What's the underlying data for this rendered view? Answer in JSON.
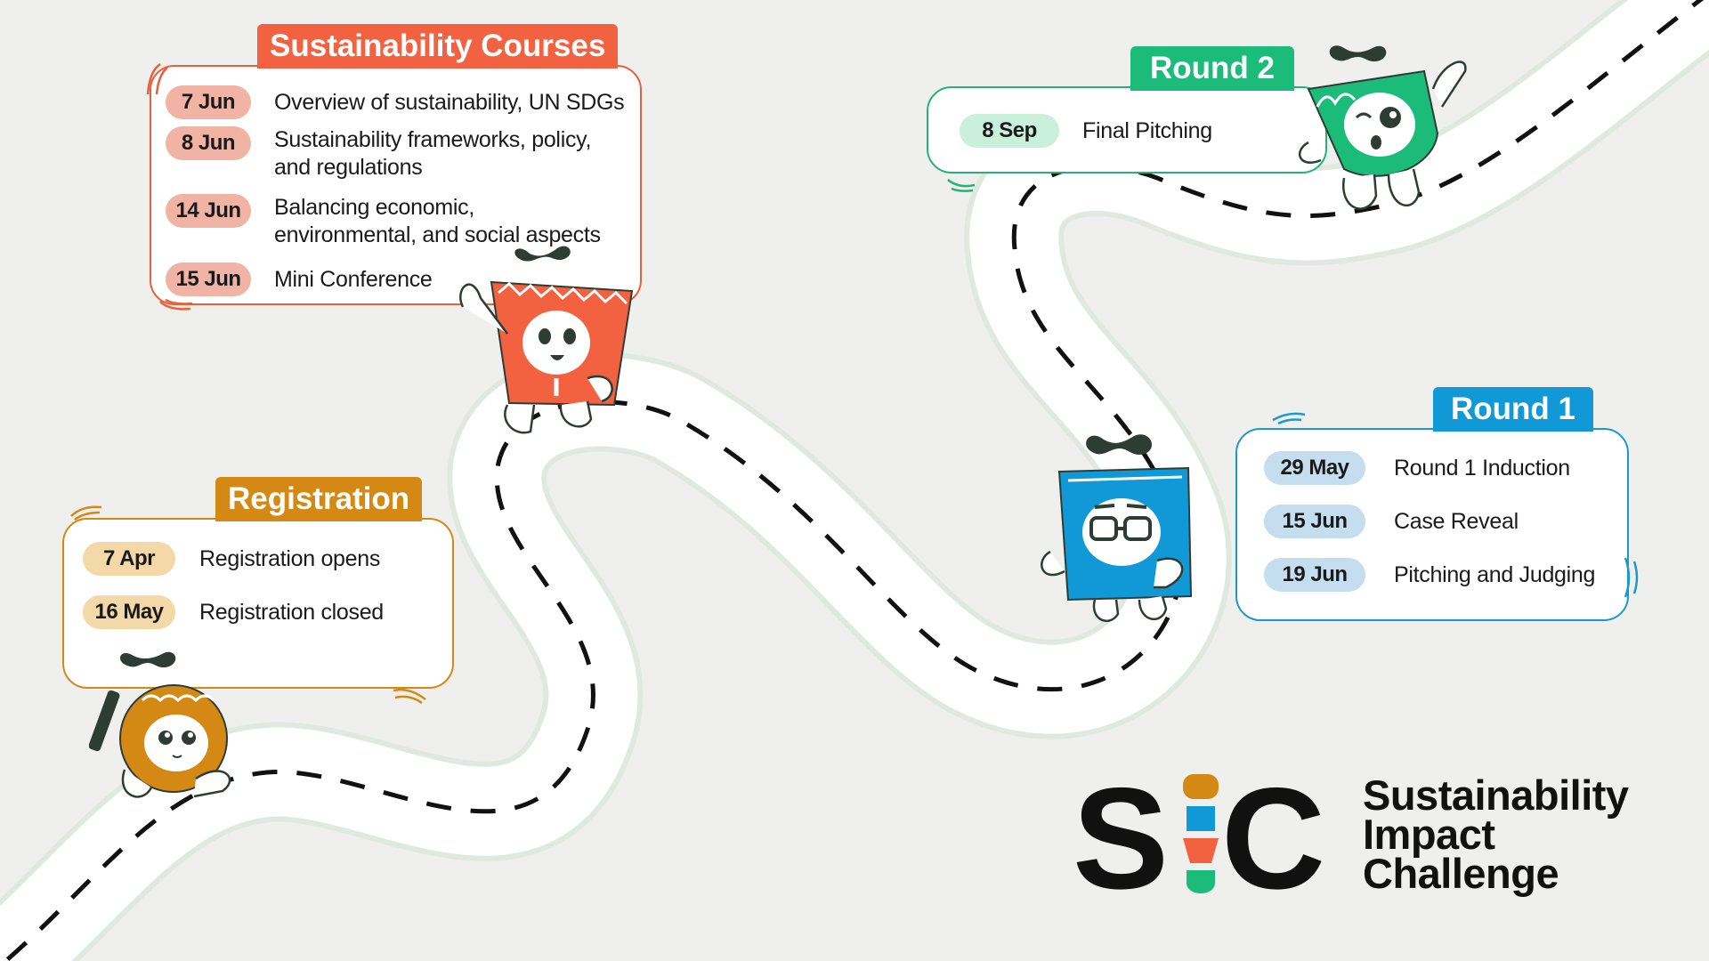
{
  "registration": {
    "title": "Registration",
    "events": [
      {
        "date": "7 Apr",
        "label": "Registration opens"
      },
      {
        "date": "16 May",
        "label": "Registration closed"
      }
    ]
  },
  "courses": {
    "title": "Sustainability Courses",
    "events": [
      {
        "date": "7 Jun",
        "label": "Overview of sustainability, UN SDGs"
      },
      {
        "date": "8 Jun",
        "label": "Sustainability frameworks, policy,",
        "label2": "and regulations"
      },
      {
        "date": "14 Jun",
        "label": "Balancing economic,",
        "label2": "environmental, and social aspects"
      },
      {
        "date": "15 Jun",
        "label": "Mini Conference"
      }
    ]
  },
  "round2": {
    "title": "Round 2",
    "events": [
      {
        "date": "8 Sep",
        "label": "Final Pitching"
      }
    ]
  },
  "round1": {
    "title": "Round 1",
    "events": [
      {
        "date": "29 May",
        "label": "Round 1 Induction"
      },
      {
        "date": "15 Jun",
        "label": "Case Reveal"
      },
      {
        "date": "19 Jun",
        "label": "Pitching and Judging"
      }
    ]
  },
  "logo": {
    "letter_s": "S",
    "letter_c": "C",
    "line1": "Sustainability",
    "line2": "Impact",
    "line3": "Challenge"
  },
  "colors": {
    "registration": "#d48915",
    "courses": "#f26140",
    "round2": "#1bbb7a",
    "round1": "#1099d6",
    "road": "#ffffff",
    "background": "#efefed"
  },
  "mascots": [
    "registration-mascot",
    "courses-mascot",
    "round1-mascot",
    "round2-mascot"
  ]
}
